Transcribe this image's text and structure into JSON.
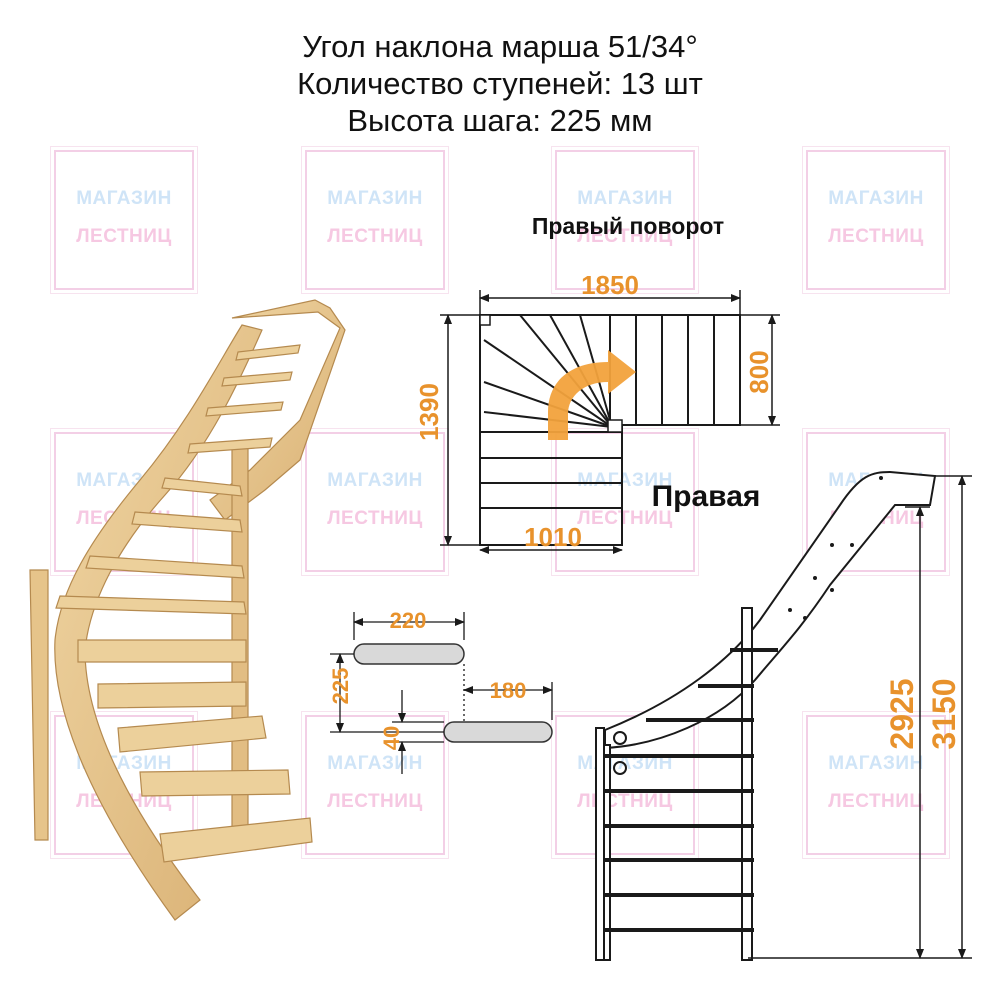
{
  "header": {
    "line1": "Угол наклона марша 51/34°",
    "line2": "Количество ступеней: 13 шт",
    "line3": "Высота шага: 225 мм"
  },
  "watermark": {
    "line1": "МАГАЗИН",
    "line2": "ЛЕСТНИЦ"
  },
  "plan": {
    "title": "Правый поворот",
    "direction_label": "Правая",
    "width_total": "1850",
    "depth_total": "1390",
    "upper_flight_width": "800",
    "lower_flight_width": "1010"
  },
  "step_detail": {
    "tread_depth": "220",
    "overlap": "180",
    "riser_height": "225",
    "tread_thickness": "40"
  },
  "elevation": {
    "height_to_top": "2925",
    "height_total": "3150"
  },
  "colors": {
    "dimension": "#e8922c",
    "line": "#1a1a1a",
    "wood": "#e6c48a",
    "watermark_blue": "#cfe4f7",
    "watermark_pink": "#f6c8e2"
  }
}
